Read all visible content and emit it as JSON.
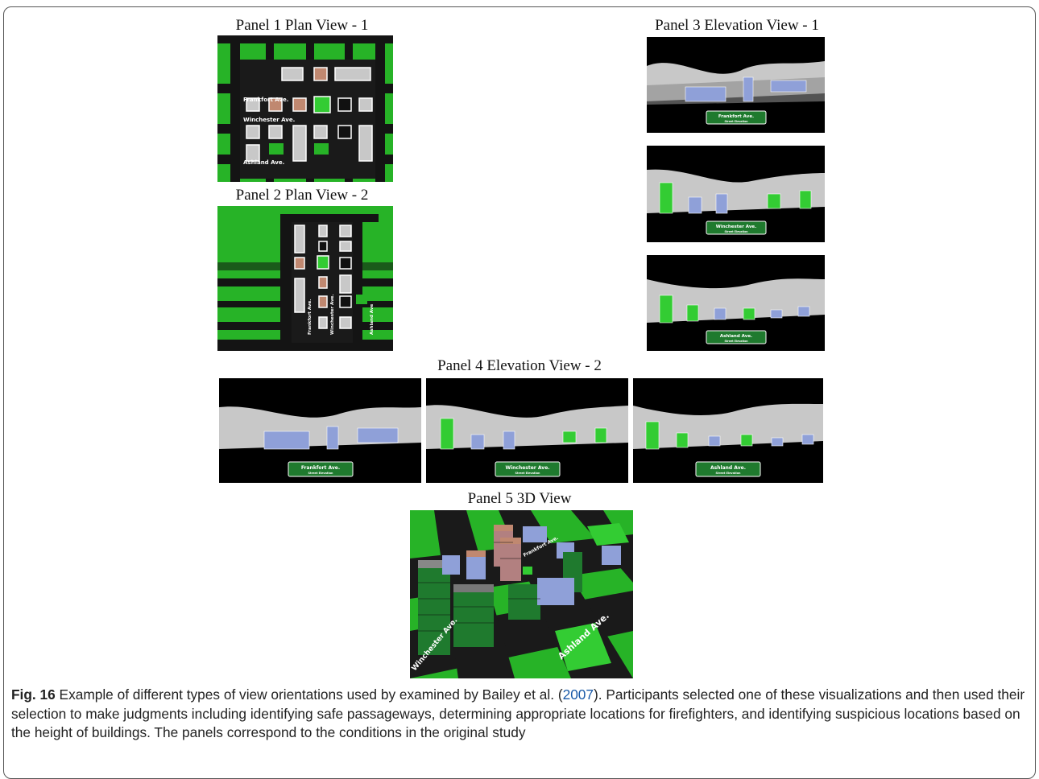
{
  "panels": {
    "p1_title": "Panel 1 Plan View - 1",
    "p2_title": "Panel 2 Plan View - 2",
    "p3_title": "Panel 3 Elevation View - 1",
    "p4_title": "Panel 4 Elevation View - 2",
    "p5_title": "Panel 5 3D View"
  },
  "streets": {
    "frankfort": "Frankfort Ave.",
    "winchester": "Winchester Ave.",
    "ashland": "Ashland Ave.",
    "plan2_ashland": "Ashland Ave",
    "elevation_sub": "Street Elevation"
  },
  "caption": {
    "label": "Fig. 16",
    "text_before_ref": " Example of different types of view orientations used by examined by Bailey et al. (",
    "ref": "2007",
    "text_after_ref": "). Participants selected one of these visualizations and then used their selection to make judgments including identifying safe passageways, determining appropriate locations for firefighters, and identifying suspicious locations based on the height of buildings. The panels correspond to the conditions in the original study"
  },
  "colors": {
    "grass": "#27b327",
    "road": "#141414",
    "building_gray": "#c8c8c8",
    "building_brown": "#c08870",
    "building_green": "#33cc33",
    "elevation_blue": "#8fa0d8",
    "sign_green": "#1f7a2e"
  }
}
